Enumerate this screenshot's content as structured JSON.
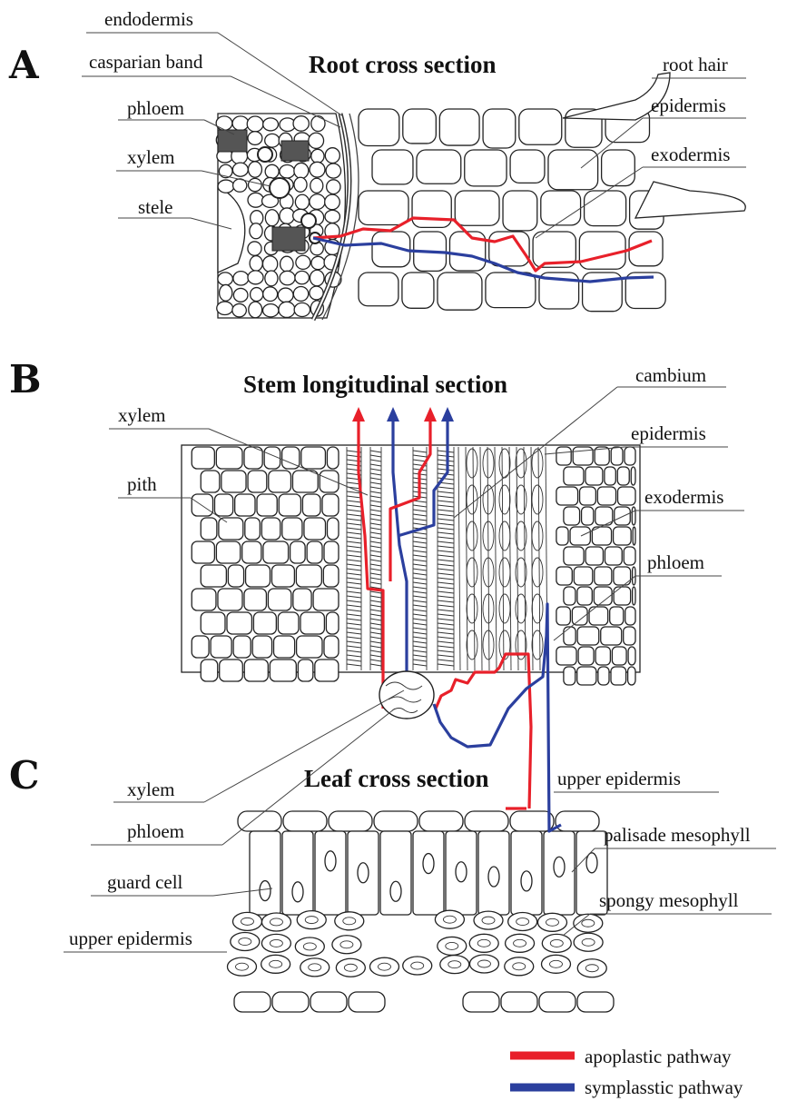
{
  "panels": {
    "a": {
      "letter": "A",
      "title": "Root cross section",
      "labels": {
        "endodermis": "endodermis",
        "casparian_band": "casparian band",
        "phloem": "phloem",
        "xylem": "xylem",
        "stele": "stele",
        "root_hair": "root hair",
        "epidermis": "epidermis",
        "exodermis": "exodermis"
      }
    },
    "b": {
      "letter": "B",
      "title": "Stem longitudinal section",
      "labels": {
        "xylem": "xylem",
        "pith": "pith",
        "cambium": "cambium",
        "epidermis": "epidermis",
        "exodermis": "exodermis",
        "phloem": "phloem"
      }
    },
    "c": {
      "letter": "C",
      "title": "Leaf cross section",
      "labels": {
        "xylem": "xylem",
        "phloem": "phloem",
        "guard_cell": "guard cell",
        "upper_epidermis_left": "upper epidermis",
        "upper_epidermis_right": "upper epidermis",
        "palisade_mesophyll": "palisade mesophyll",
        "spongy_mesophyll": "spongy mesophyll"
      }
    }
  },
  "legend": {
    "apoplastic": "apoplastic pathway",
    "symplastic": "symplasstic pathway"
  },
  "colors": {
    "apoplastic": "#e8202a",
    "symplastic": "#2b3f9e"
  }
}
